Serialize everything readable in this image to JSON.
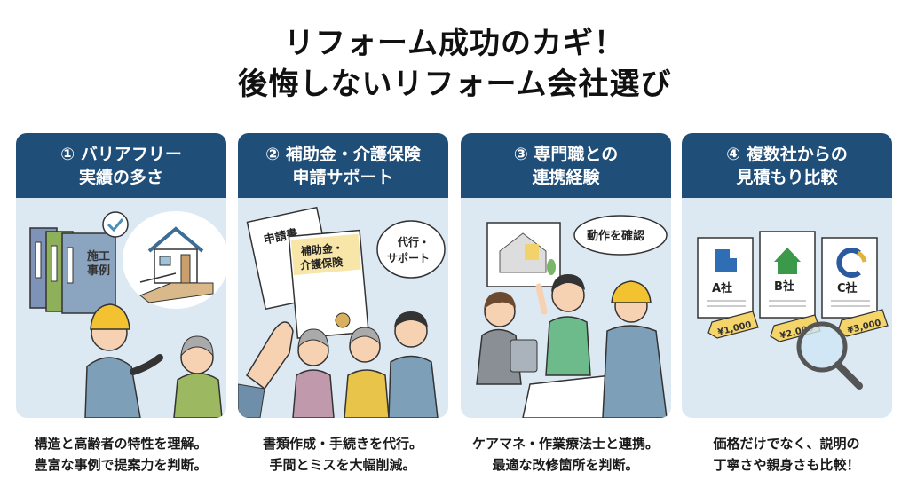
{
  "title": {
    "line1": "リフォーム成功のカギ！",
    "line2": "後悔しないリフォーム会社選び"
  },
  "colors": {
    "header_bg": "#1f4e79",
    "card_bg": "#dce9f3",
    "helmet_yellow": "#f2c230",
    "tag_yellow": "#f5d46a"
  },
  "cards": [
    {
      "number": "①",
      "title_line1": "① バリアフリー",
      "title_line2": "実績の多さ",
      "illustration": {
        "binder_label_1": "施工",
        "binder_label_2": "事例",
        "icons": [
          "binders-icon",
          "check-icon",
          "house-with-ramp-icon",
          "worker-icon",
          "elderly-woman-icon"
        ]
      },
      "caption_line1": "構造と高齢者の特性を理解。",
      "caption_line2": "豊富な事例で提案力を判断。"
    },
    {
      "number": "②",
      "title_line1": "② 補助金・介護保険",
      "title_line2": "申請サポート",
      "illustration": {
        "doc1_label": "申請書",
        "doc2_label_1": "補助金・",
        "doc2_label_2": "介護保険",
        "bubble_line1": "代行・",
        "bubble_line2": "サポート"
      },
      "caption_line1": "書類作成・手続きを代行。",
      "caption_line2": "手間とミスを大幅削減。"
    },
    {
      "number": "③",
      "title_line1": "③ 専門職との",
      "title_line2": "連携経験",
      "illustration": {
        "bubble": "動作を確認"
      },
      "caption_line1": "ケアマネ・作業療法士と連携。",
      "caption_line2": "最適な改修箇所を判断。"
    },
    {
      "number": "④",
      "title_line1": "④ 複数社からの",
      "title_line2": "見積もり比較",
      "illustration": {
        "companies": [
          {
            "name": "A社",
            "price": "¥1,000",
            "color": "#2f6db5"
          },
          {
            "name": "B社",
            "price": "¥2,000",
            "color": "#3a9a4a"
          },
          {
            "name": "C社",
            "price": "¥3,000",
            "color": "#2a5aa0"
          }
        ]
      },
      "caption_line1": "価格だけでなく、説明の",
      "caption_line2": "丁寧さや親身さも比較！"
    }
  ]
}
